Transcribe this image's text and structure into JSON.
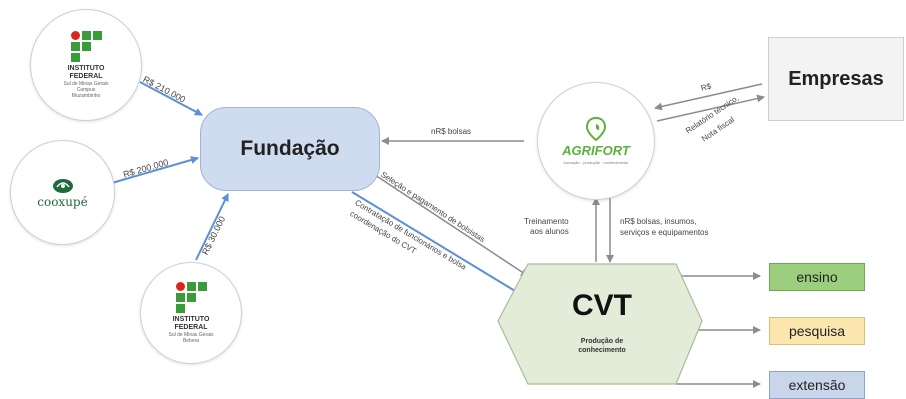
{
  "nodes": {
    "if_top": {
      "line1": "INSTITUTO",
      "line2": "FEDERAL",
      "sub1": "Sul de Minas Gerais",
      "sub2": "Campus",
      "sub3": "Muzambinho"
    },
    "cooxupe": {
      "name": "cooxupé"
    },
    "if_bottom": {
      "line1": "INSTITUTO",
      "line2": "FEDERAL",
      "sub1": "Sul de Minas Gerais",
      "sub2": "Bebera"
    },
    "fundacao": "Fundação",
    "agrifort": {
      "name": "AGRIFORT",
      "tagline": "inovação · produção · conhecimento"
    },
    "empresas": "Empresas",
    "cvt": {
      "title": "CVT",
      "subtitle_line1": "Produção de",
      "subtitle_line2": "conhecimento"
    }
  },
  "outputs": [
    "ensino",
    "pesquisa",
    "extensão"
  ],
  "flows": {
    "if_top_to_fundacao": "R$ 210.000",
    "cooxupe_to_fundacao": "R$ 200.000",
    "if_bottom_to_fundacao": "R$ 30.000",
    "agrifort_to_fundacao": "nR$ bolsas",
    "empresas_to_agrifort": "R$",
    "agrifort_to_empresas_1": "Relatório técnico,",
    "agrifort_to_empresas_2": "Nota fiscal",
    "fundacao_to_cvt_1": "Seleção e pagamento de bolsistas",
    "fundacao_to_cvt_2a": "Contratação de funcionários e bolsa",
    "fundacao_to_cvt_2b": "coordenação do CVT",
    "cvt_to_agrifort_1": "Treinamento",
    "cvt_to_agrifort_2": "aos alunos",
    "agrifort_to_cvt_1": "nR$ bolsas, insumos,",
    "agrifort_to_cvt_2": "serviços e equipamentos"
  },
  "colors": {
    "fundacao": "#cfdcf0",
    "cvt": "#e3ecd9",
    "ensino": "#9ccf7d",
    "pesquisa": "#fbe6ae",
    "extensao": "#c9d6ea",
    "arrow_blue": "#5b8fd6",
    "arrow_gray": "#8c8c8c",
    "agrifort_green": "#5ab23a"
  }
}
